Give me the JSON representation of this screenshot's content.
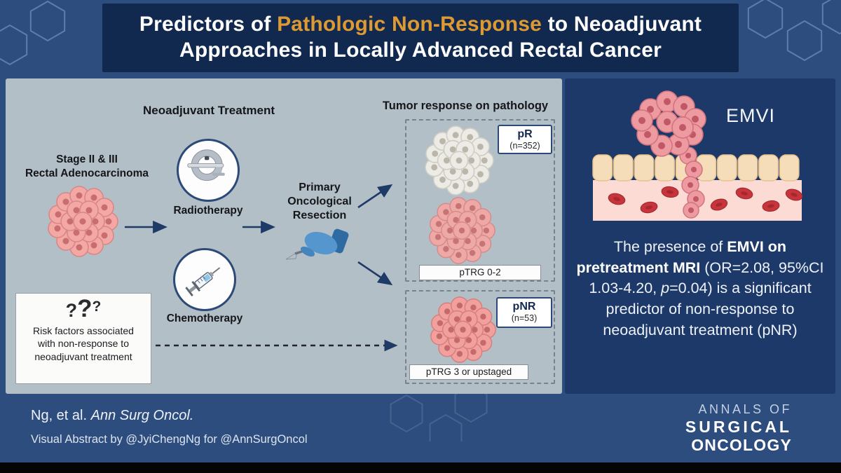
{
  "banner": {
    "title_line1_pre": "Predictors of ",
    "title_line1_highlight": "Pathologic Non-Response",
    "title_line1_post": " to Neoadjuvant",
    "title_line2": "Approaches in Locally Advanced Rectal Cancer"
  },
  "flow": {
    "neoadjuvant_header": "Neoadjuvant Treatment",
    "stage_line1": "Stage II & III",
    "stage_line2": "Rectal Adenocarcinoma",
    "radiotherapy_label": "Radiotherapy",
    "chemotherapy_label": "Chemotherapy",
    "resection_line1": "Primary",
    "resection_line2": "Oncological",
    "resection_line3": "Resection",
    "pathology_header": "Tumor response on pathology",
    "pr": {
      "code": "pR",
      "n": "(n=352)",
      "grade": "pTRG 0-2"
    },
    "pnr": {
      "code": "pNR",
      "n": "(n=53)",
      "grade": "pTRG 3 or upstaged"
    },
    "risk": {
      "q1": "?",
      "q2": "?",
      "q3": "?",
      "line1": "Risk factors associated",
      "line2": "with non-response to",
      "line3": "neoadjuvant treatment"
    }
  },
  "emvi": {
    "title": "EMVI",
    "finding_pre": "The presence of ",
    "finding_bold": "EMVI on pretreatment MRI",
    "finding_mid": " (OR=2.08, 95%CI 1.03-4.20, ",
    "finding_italic": "p",
    "finding_post": "=0.04) is a significant predictor of non-response to neoadjuvant treatment (pNR)"
  },
  "footer": {
    "citation_pre": "Ng, et al. ",
    "citation_journal": "Ann Surg Oncol.",
    "credit": "Visual Abstract by @JyiChengNg for @AnnSurgOncol",
    "logo_line1": "ANNALS OF",
    "logo_line2": "SURGICAL",
    "logo_line3": "ONCOLOGY"
  },
  "icons": {
    "radiotherapy": "ct-scanner-icon",
    "chemotherapy": "syringe-icon",
    "resection": "scalpel-hand-icon",
    "tumor": "tumor-cell-cluster",
    "emvi_illustration": "vessel-invasion-illustration",
    "risk": "question-marks-icon",
    "decor": "hexagon-pattern"
  },
  "colors": {
    "page_bg": "#2d4d7f",
    "banner_bg": "#12294f",
    "title_highlight": "#dd9a33",
    "left_panel_bg": "#b3bfc7",
    "right_panel_bg": "#1c3969",
    "tumor_pink": "#f2a5a3",
    "arrow": "#1e3a66"
  }
}
